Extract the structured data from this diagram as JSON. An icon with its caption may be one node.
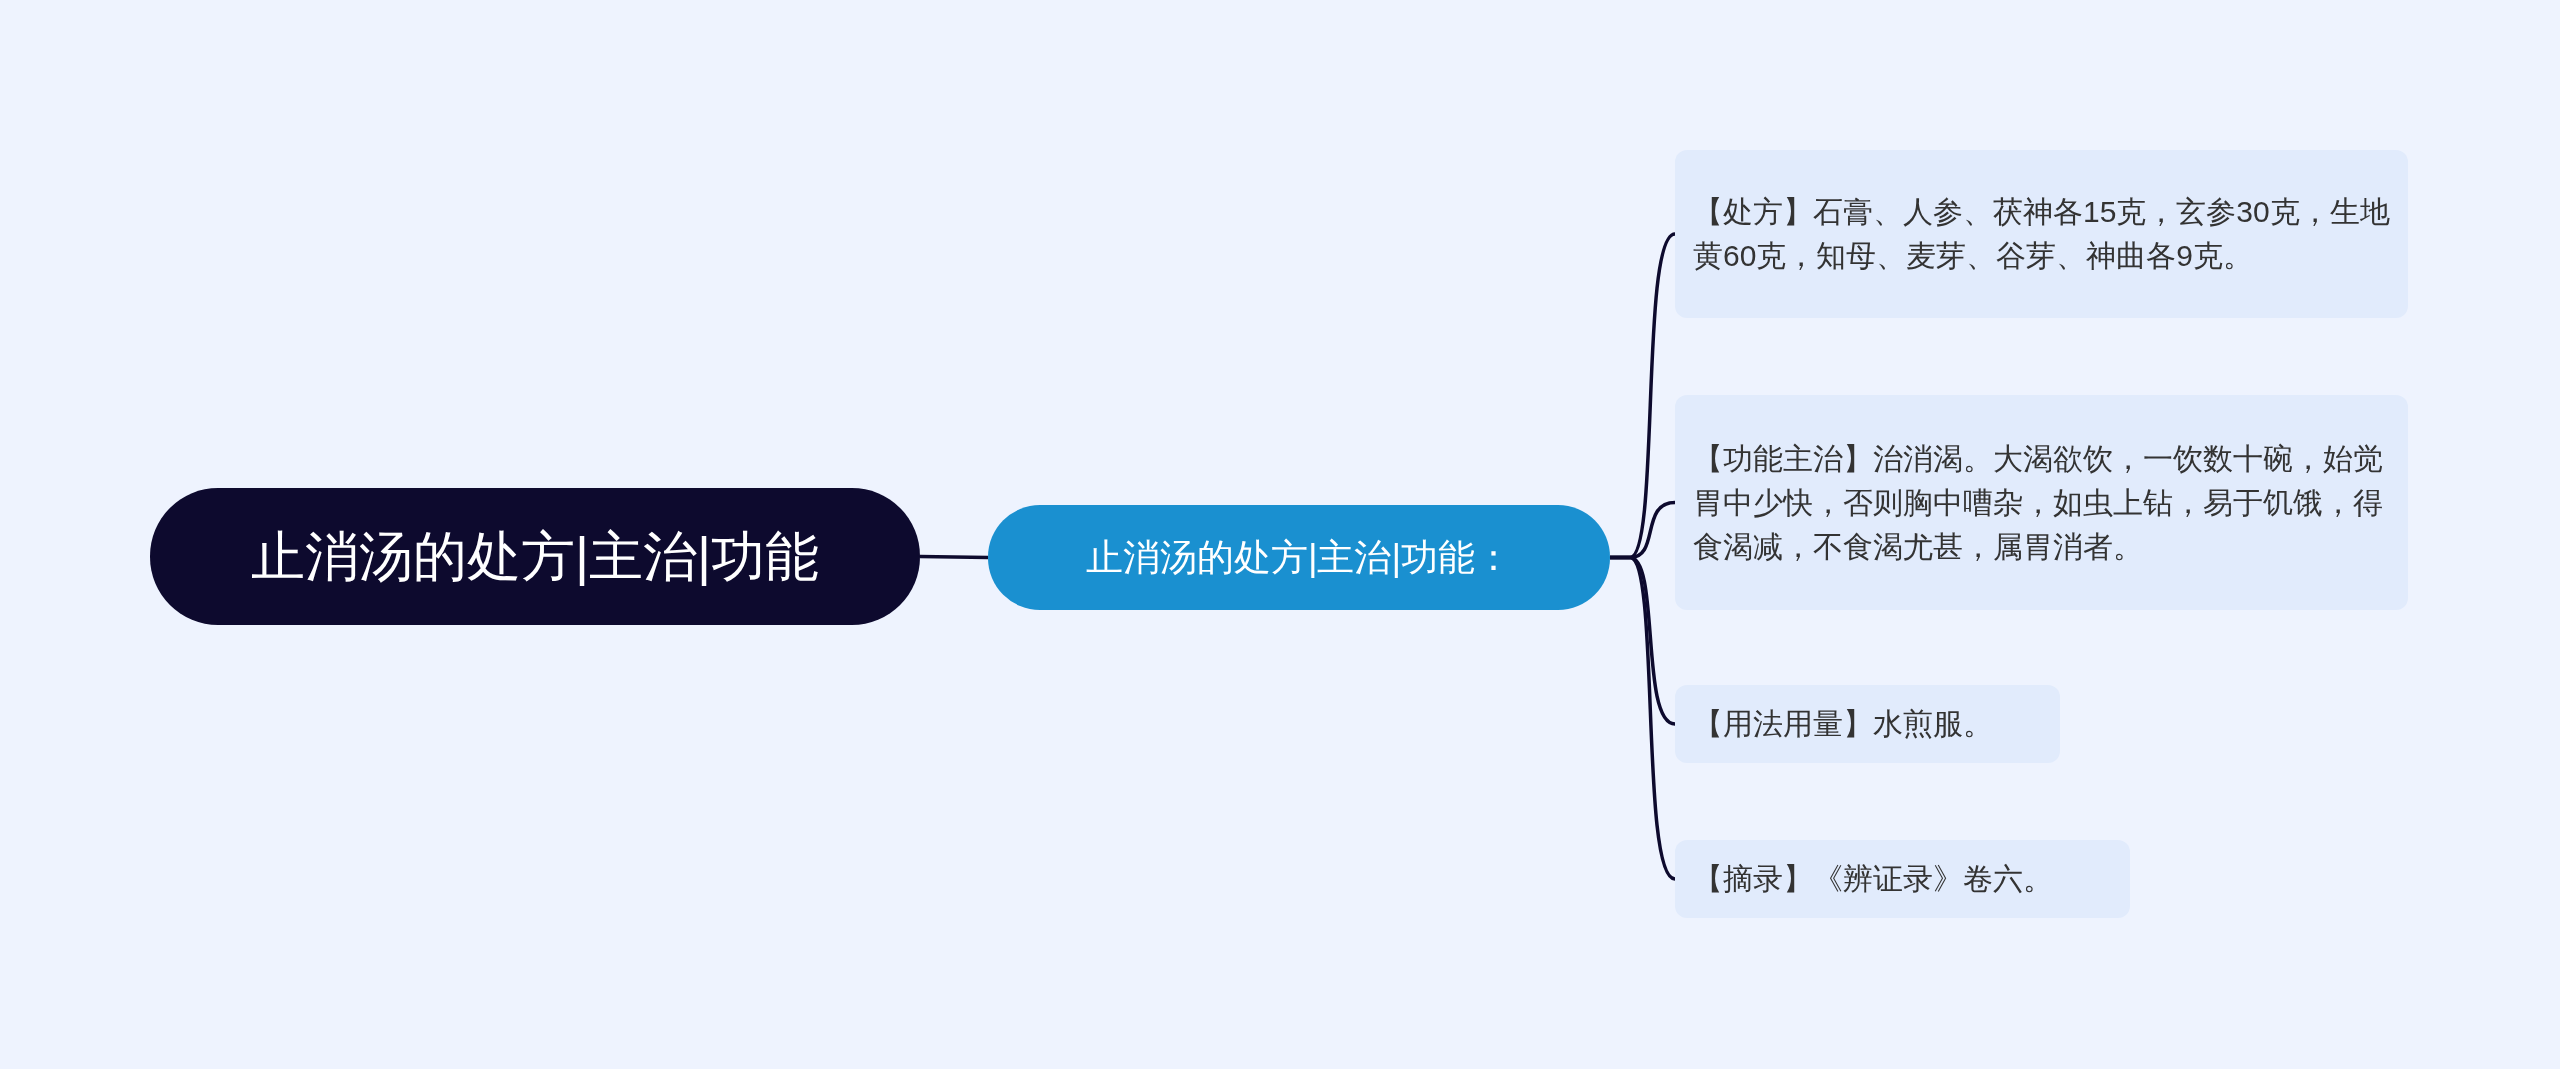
{
  "diagram": {
    "nodes": [
      {
        "text": [
          "止消汤的处方|主治|功能"
        ]
      },
      {
        "text": [
          "止消汤的处方|主治|功能："
        ]
      },
      {
        "text": [
          "【处方】石膏、人参、茯神各15克，玄参30克，生地黄60克，知母、麦芽、谷芽、神曲各9克。"
        ]
      },
      {
        "text": [
          "【功能主治】治消渴。大渴欲饮，一饮数十碗，始觉胃中少快，否则胸中嘈杂，如虫上钻，易于饥饿，得食渴减，不食渴尤甚，属胃消者。"
        ]
      },
      {
        "text": [
          "【用法用量】水煎服。"
        ]
      },
      {
        "text": [
          "【摘录】《辨证录》卷六。"
        ]
      }
    ],
    "edges": [
      {
        "from": 0,
        "to": 1,
        "arrow": "none"
      },
      {
        "from": 1,
        "to": 2,
        "arrow": "none"
      },
      {
        "from": 1,
        "to": 3,
        "arrow": "none"
      },
      {
        "from": 1,
        "to": 4,
        "arrow": "none"
      },
      {
        "from": 1,
        "to": 5,
        "arrow": "none"
      }
    ]
  }
}
